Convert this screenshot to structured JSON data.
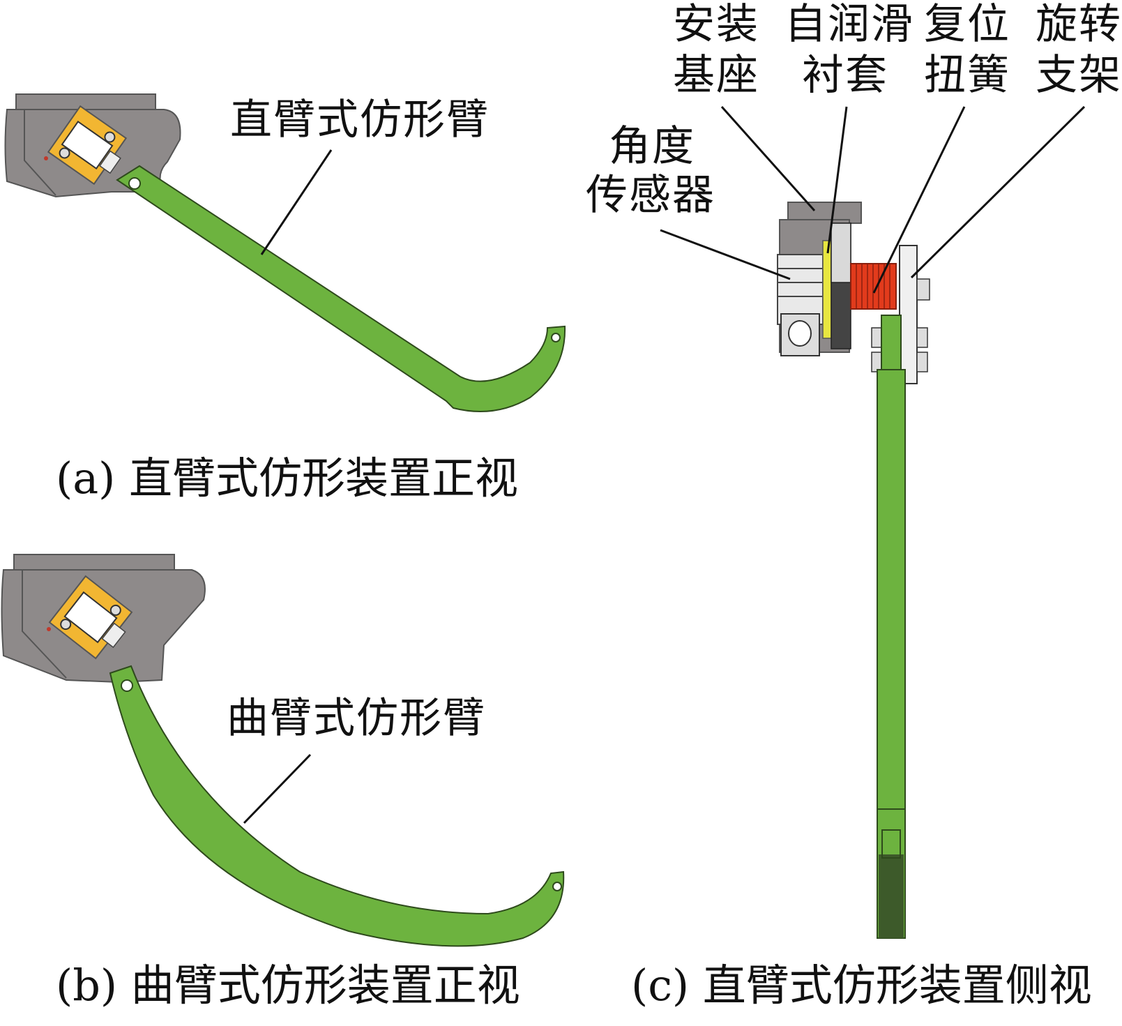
{
  "figure": {
    "panel_a": {
      "caption": "(a) 直臂式仿形装置正视",
      "arm_label": "直臂式仿形臂"
    },
    "panel_b": {
      "caption": "(b) 曲臂式仿形装置正视",
      "arm_label": "曲臂式仿形臂"
    },
    "panel_c": {
      "caption": "(c) 直臂式仿形装置侧视",
      "labels": {
        "sensor_line1": "角度",
        "sensor_line2": "传感器",
        "base_line1": "安装",
        "base_line2": "基座",
        "bushing_line1": "自润滑",
        "bushing_line2": "衬套",
        "spring_line1": "复位",
        "spring_line2": "扭簧",
        "bracket_line1": "旋转",
        "bracket_line2": "支架"
      }
    }
  },
  "colors": {
    "arm_green": "#6db33f",
    "arm_dark_green": "#3d5a2a",
    "housing_gray": "#8e8a8a",
    "sensor_orange": "#f2b632",
    "spring_red": "#e23b1c",
    "bushing_yellow": "#e8e640"
  }
}
